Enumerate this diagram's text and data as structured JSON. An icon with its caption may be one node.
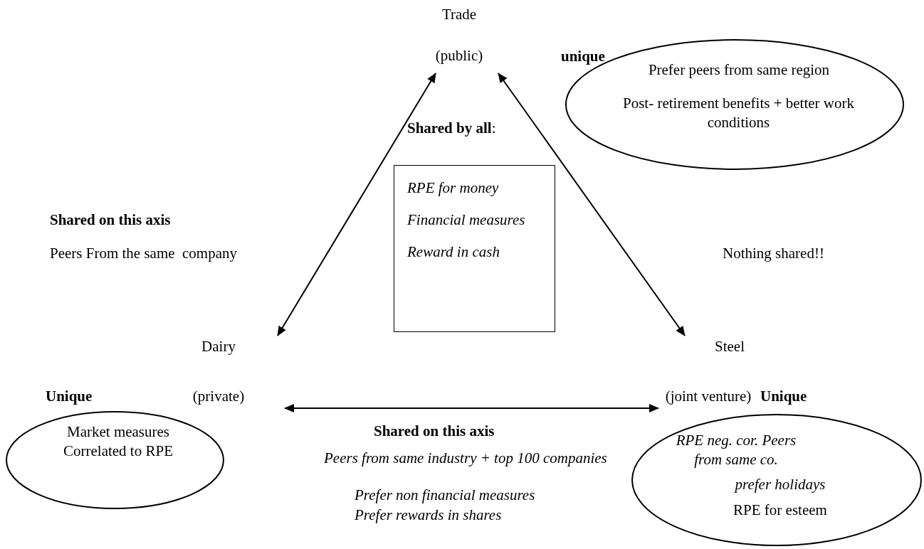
{
  "diagram": {
    "nodes": [
      {
        "text": [
          "Trade",
          "(public)"
        ]
      },
      {
        "text": [
          "Dairy",
          "(private)"
        ]
      },
      {
        "text": [
          "Steel",
          "(joint venture)"
        ]
      },
      {
        "text": [
          "**unique**",
          "Prefer peers from same region",
          "Post- retirement benefits + better work conditions"
        ]
      },
      {
        "text": [
          "**Shared by all**:",
          "*RPE for money*",
          "*Financial measures*",
          "*Reward in cash*"
        ]
      },
      {
        "text": [
          "**Unique**",
          "Market measures Correlated to RPE"
        ]
      },
      {
        "text": [
          "**Unique**",
          "*RPE neg. cor. Peers from same co.*",
          "*prefer holidays*",
          "RPE for esteem"
        ]
      }
    ],
    "edges": [
      {
        "from": 1,
        "to": 0,
        "arrow": "both"
      },
      {
        "from": 0,
        "to": 2,
        "arrow": "both"
      },
      {
        "from": 1,
        "to": 2,
        "arrow": "both"
      }
    ],
    "labels": [
      "**Shared on this axis**",
      "Peers From the same  company",
      "Nothing shared!!",
      "**Shared on this axis**",
      "*Peers from same industry + top 100 companies*",
      "*Prefer non financial measures*",
      "*Prefer rewards in shares*"
    ]
  }
}
